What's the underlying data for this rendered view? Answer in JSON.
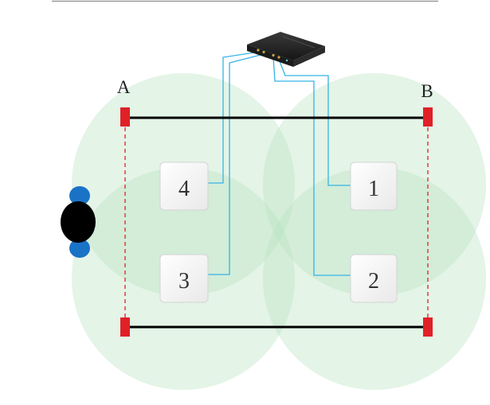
{
  "diagram": {
    "gate_labels": {
      "left": "A",
      "right": "B"
    },
    "antennas": [
      {
        "id": "antenna-4",
        "label": "4"
      },
      {
        "id": "antenna-3",
        "label": "3"
      },
      {
        "id": "antenna-1",
        "label": "1"
      },
      {
        "id": "antenna-2",
        "label": "2"
      }
    ],
    "colors": {
      "coverage_fill": "#b9e3bf",
      "cable": "#34b4e6",
      "gate_marker": "#e02027",
      "gate_line": "#000000",
      "dashed_line": "#e02027",
      "person_head": "#000000",
      "person_shoulders": "#1a73c6",
      "reader_body": "#2b2b2b"
    }
  }
}
